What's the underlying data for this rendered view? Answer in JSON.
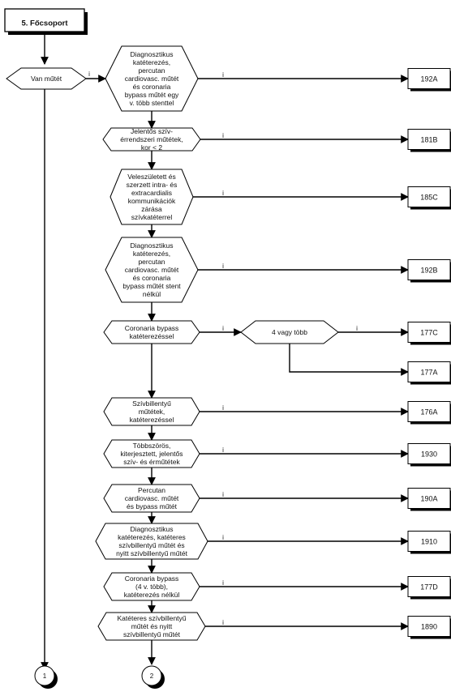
{
  "header": {
    "title": "5. Főcsoport"
  },
  "start_decision": {
    "label": "Van műtét",
    "yes_label": "i"
  },
  "connectors": [
    "1",
    "2"
  ],
  "decisions": [
    {
      "lines": [
        "Diagnosztikus",
        "katéterezés,",
        "percutan",
        "cardiovasc. műtét",
        "és coronaria",
        "bypass műtét egy",
        "v. több stenttel"
      ],
      "yes_label": "i",
      "result": "192A"
    },
    {
      "lines": [
        "Jelentős szív-",
        "érrendszeri műtétek,",
        "kor <  2"
      ],
      "yes_label": "i",
      "result": "181B"
    },
    {
      "lines": [
        "Veleszületett és",
        "szerzett intra- és",
        "extracardialis",
        "kommunikációk",
        "zárása",
        "szívkatéterrel"
      ],
      "yes_label": "i",
      "result": "185C"
    },
    {
      "lines": [
        "Diagnosztikus",
        "katéterezés,",
        "percutan",
        "cardiovasc. műtét",
        "és coronaria",
        "bypass műtét stent",
        "nélkül"
      ],
      "yes_label": "i",
      "result": "192B"
    },
    {
      "lines": [
        "Coronaria bypass",
        "katéterezéssel"
      ],
      "yes_label": "i",
      "result": "177A",
      "sub_decision": {
        "label": "4 vagy több",
        "yes_label": "i",
        "result": "177C"
      }
    },
    {
      "lines": [
        "Szívbillentyű",
        "műtétek,",
        "katéterezéssel"
      ],
      "yes_label": "i",
      "result": "176A"
    },
    {
      "lines": [
        "Többszörös,",
        "kiterjesztett, jelentős",
        "szív- és érműtétek"
      ],
      "yes_label": "i",
      "result": "1930"
    },
    {
      "lines": [
        "Percutan",
        "cardiovasc. műtét",
        "és  bypass műtét"
      ],
      "yes_label": "i",
      "result": "190A"
    },
    {
      "lines": [
        "Diagnosztikus",
        "katéterezés, katéteres",
        "szívbillentyű műtét és",
        "nyitt szívbillentyű műtét"
      ],
      "yes_label": "i",
      "result": "1910"
    },
    {
      "lines": [
        "Coronaria bypass",
        "(4 v. több),",
        "katéterezés nélkül"
      ],
      "yes_label": "i",
      "result": "177D"
    },
    {
      "lines": [
        "Katéteres szívbillentyű",
        "műtét és nyitt",
        "szívbillentyű műtét"
      ],
      "yes_label": "i",
      "result": "1890"
    }
  ]
}
